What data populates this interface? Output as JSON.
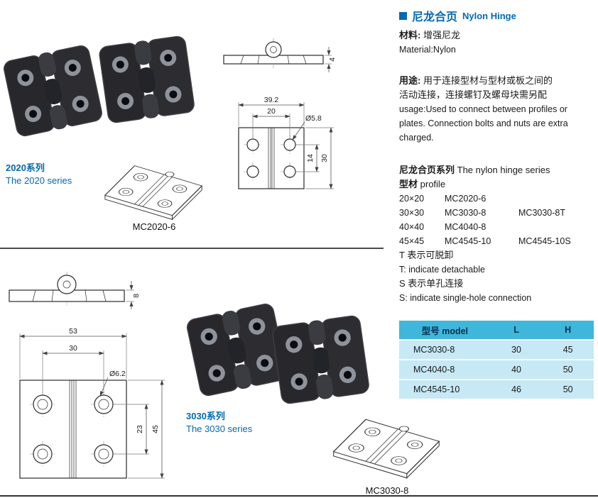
{
  "colors": {
    "accent_blue": "#0069b4",
    "table_header_bg": "#3eb7da",
    "table_row_bg": "#c6e9f5"
  },
  "header": {
    "title_cn": "尼龙合页",
    "title_en": "Nylon Hinge"
  },
  "material": {
    "label": "材料:",
    "value_cn": "增强尼龙",
    "value_en": "Material:Nylon"
  },
  "usage": {
    "label": "用途:",
    "cn_line1": "用于连接型材与型材或板之间的",
    "cn_line2": "活动连接，连接螺钉及螺母块需另配",
    "en": "usage:Used to connect between profiles or plates. Connection bolts and nuts are extra charged."
  },
  "series_info": {
    "title_cn": "尼龙合页系列",
    "title_en": "The nylon hinge series",
    "profile_cn": "型材",
    "profile_en": "profile",
    "profiles": [
      {
        "size": "20×20",
        "model1": "MC2020-6",
        "model2": ""
      },
      {
        "size": "30×30",
        "model1": "MC3030-8",
        "model2": "MC3030-8T"
      },
      {
        "size": "40×40",
        "model1": "MC4040-8",
        "model2": ""
      },
      {
        "size": "45×45",
        "model1": "MC4545-10",
        "model2": "MC4545-10S"
      }
    ],
    "notes": [
      "T 表示可脱卸",
      "T: indicate detachable",
      "S 表示单孔连接",
      "S: indicate single-hole connection"
    ]
  },
  "spec_table": {
    "headers": [
      "型号 model",
      "L",
      "H"
    ],
    "rows": [
      [
        "MC3030-8",
        "30",
        "45"
      ],
      [
        "MC4040-8",
        "40",
        "50"
      ],
      [
        "MC4545-10",
        "46",
        "50"
      ]
    ]
  },
  "sections": {
    "s2020": {
      "series_cn": "2020系列",
      "series_en": "The 2020 series",
      "model": "MC2020-6"
    },
    "s3030": {
      "series_cn": "3030系列",
      "series_en": "The 3030 series",
      "model": "MC3030-8"
    }
  },
  "dimensions": {
    "d2020_top": {
      "thickness": "4"
    },
    "d2020_front": {
      "total_w": "39.2",
      "hole_span": "20",
      "hole_dia": "Ø5.8",
      "hole_v": "14",
      "total_h": "30"
    },
    "d3030_side": {
      "thickness": "8"
    },
    "d3030_front": {
      "total_w": "53",
      "hole_span": "30",
      "hole_dia": "Ø6.2",
      "hole_v": "23",
      "total_h": "45"
    }
  }
}
